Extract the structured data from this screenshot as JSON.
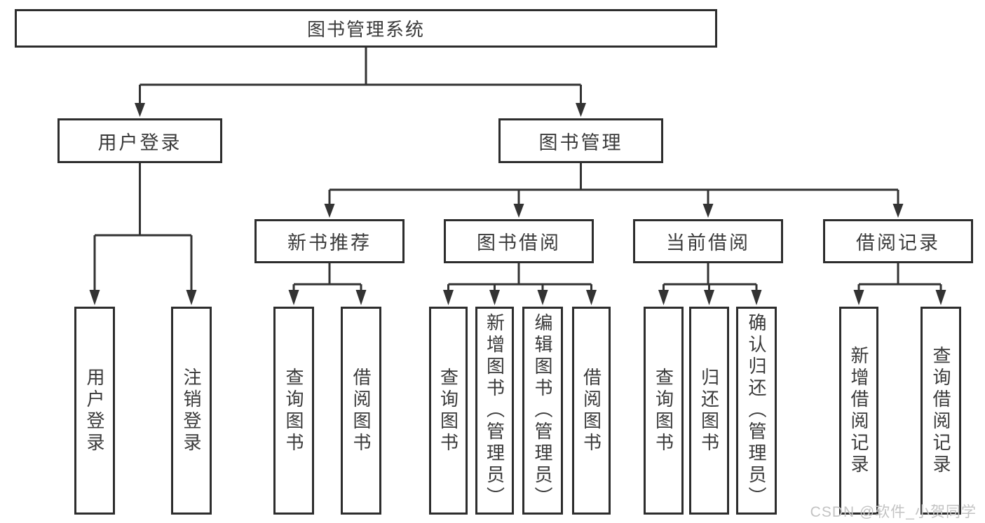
{
  "nodes": {
    "root": "图书管理系统",
    "user_login": "用户登录",
    "book_management": "图书管理",
    "new_book_recommendation": "新书推荐",
    "book_borrowing": "图书借阅",
    "current_borrowing": "当前借阅",
    "borrowing_records": "借阅记录",
    "leaf_user_login": "用户登录",
    "leaf_logout": "注销登录",
    "leaf_query_book_recommend": "查询图书",
    "leaf_borrow_book_recommend": "借阅图书",
    "leaf_query_book_borrow": "查询图书",
    "leaf_add_book_admin": "新增图书（管理员）",
    "leaf_edit_book_admin": "编辑图书（管理员）",
    "leaf_borrow_book_borrow": "借阅图书",
    "leaf_query_book_current": "查询图书",
    "leaf_return_book": "归还图书",
    "leaf_confirm_return_admin": "确认归还（管理员）",
    "leaf_add_borrow_record": "新增借阅记录",
    "leaf_query_borrow_record": "查询借阅记录"
  },
  "hierarchy": {
    "图书管理系统": {
      "用户登录": [
        "用户登录",
        "注销登录"
      ],
      "图书管理": {
        "新书推荐": [
          "查询图书",
          "借阅图书"
        ],
        "图书借阅": [
          "查询图书",
          "新增图书（管理员）",
          "编辑图书（管理员）",
          "借阅图书"
        ],
        "当前借阅": [
          "查询图书",
          "归还图书",
          "确认归还（管理员）"
        ],
        "借阅记录": [
          "新增借阅记录",
          "查询借阅记录"
        ]
      }
    }
  },
  "watermark": "CSDN @软件_小贺同学",
  "colors": {
    "line": "#333333",
    "box_border": "#2d2d2d",
    "text": "#3a3a3a",
    "watermark": "#c3c3c3",
    "background": "#ffffff"
  }
}
